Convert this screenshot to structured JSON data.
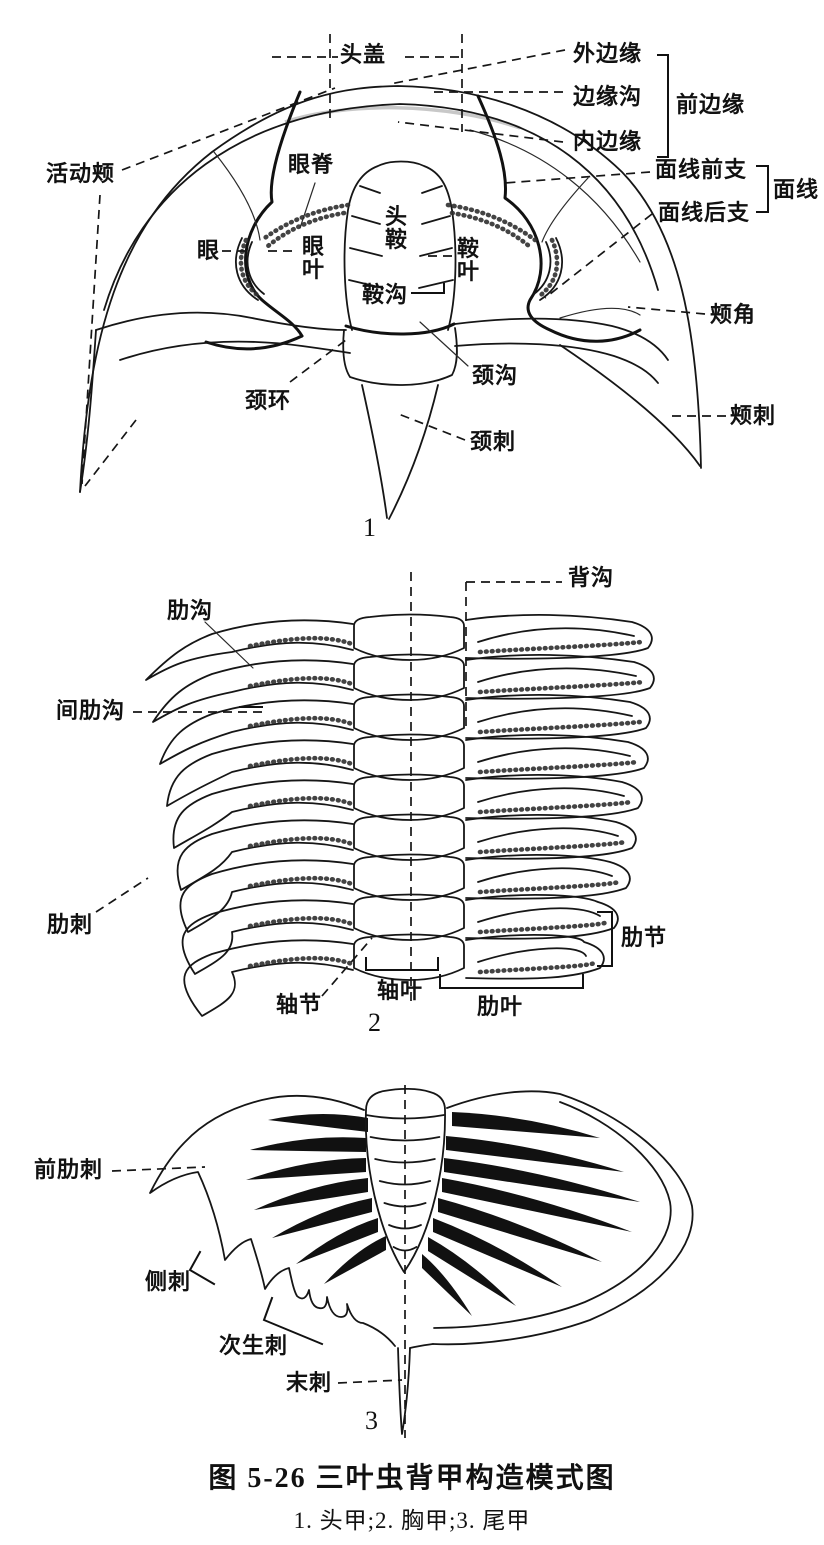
{
  "caption": {
    "line1": "图 5-26  三叶虫背甲构造模式图",
    "line2": "1. 头甲;2. 胸甲;3. 尾甲"
  },
  "cephalon": {
    "number": "1",
    "labels": {
      "tougai": "头盖",
      "waibianyuan": "外边缘",
      "bianyuangou": "边缘沟",
      "neibianyuan": "内边缘",
      "qianbianyuan": "前边缘",
      "huodongjia": "活动颊",
      "yanji": "眼脊",
      "yan": "眼",
      "yanye": "眼叶",
      "touan": "头鞍",
      "anye": "鞍叶",
      "angou": "鞍沟",
      "mianxian_qianzhi": "面线前支",
      "mianxian_houzhi": "面线后支",
      "mianxian": "面线",
      "jiajiao": "颊角",
      "jinghuan": "颈环",
      "jinggou": "颈沟",
      "jingci": "颈刺",
      "jiaci": "颊刺"
    }
  },
  "thorax": {
    "number": "2",
    "labels": {
      "beigou": "背沟",
      "legou": "肋沟",
      "jianlegou": "间肋沟",
      "leci": "肋刺",
      "lejie": "肋节",
      "zhoujie": "轴节",
      "zhouye": "轴叶",
      "leye": "肋叶"
    }
  },
  "pygidium": {
    "number": "3",
    "labels": {
      "qianleci": "前肋刺",
      "ceci": "侧刺",
      "cishengci": "次生刺",
      "moci": "末刺"
    }
  }
}
